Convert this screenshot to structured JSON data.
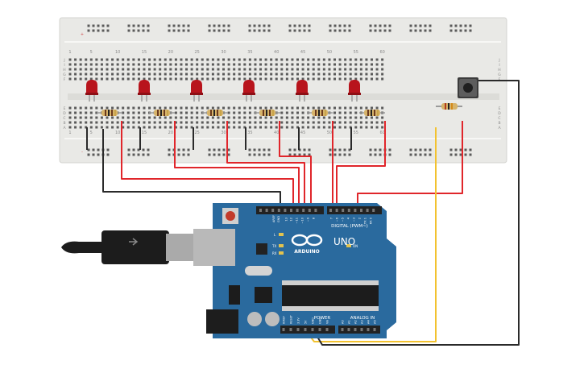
{
  "breadboard": {
    "column_numbers": [
      "1",
      "5",
      "10",
      "15",
      "20",
      "25",
      "30",
      "35",
      "40",
      "45",
      "50",
      "55",
      "60"
    ],
    "row_letters_top": [
      "J",
      "I",
      "H",
      "G",
      "F"
    ],
    "row_letters_bottom": [
      "E",
      "D",
      "C",
      "B",
      "A"
    ],
    "rail_marks": [
      "+",
      "-"
    ]
  },
  "arduino": {
    "logo_text": "ARDUINO",
    "model": "UNO",
    "digital_label": "DIGITAL (PWM~)",
    "power_label": "POWER",
    "analog_label": "ANALOG IN",
    "on_label": "ON",
    "tx_label": "TX",
    "rx_label": "RX",
    "l_label": "L",
    "aref_label": "AREF",
    "gnd_label": "GND",
    "digital_pins": [
      "13",
      "12",
      "~11",
      "~10",
      "~9",
      "8",
      "7",
      "~6",
      "~5",
      "4",
      "~3",
      "2",
      "TX 1",
      "RX 0"
    ],
    "power_pins": [
      "IOREF",
      "RESET",
      "3.3V",
      "5V",
      "GND",
      "GND",
      "Vin"
    ],
    "analog_pins": [
      "A0",
      "A1",
      "A2",
      "A3",
      "A4",
      "A5"
    ]
  },
  "components": {
    "led_color": "#b8141c",
    "wire_red": "#e0262b",
    "wire_black": "#2a2a2a",
    "wire_yellow": "#f2c230",
    "board_color": "#2a6a9e"
  }
}
